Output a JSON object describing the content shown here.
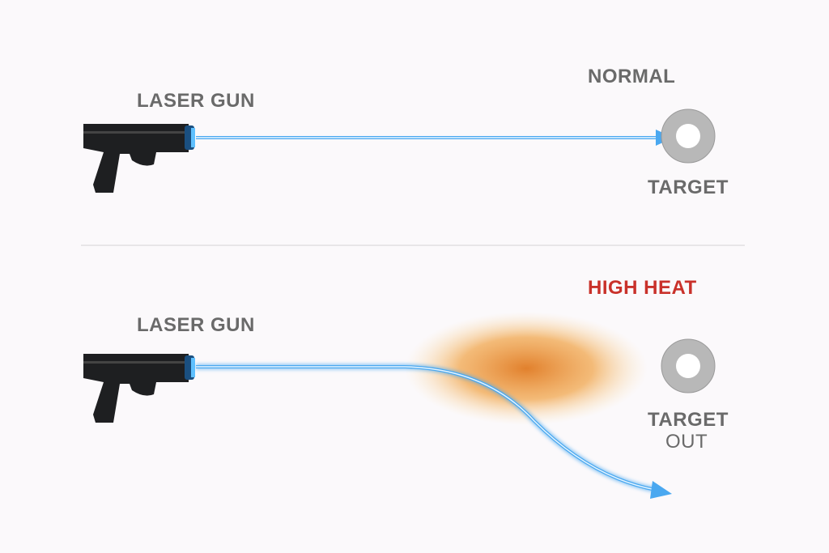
{
  "top": {
    "gun_label": "LASER GUN",
    "condition": "NORMAL",
    "target_label": "TARGET"
  },
  "bottom": {
    "gun_label": "LASER GUN",
    "condition": "HIGH HEAT",
    "target_label": "TARGET",
    "target_status": "OUT"
  },
  "colors": {
    "beam": "#4aa8f0",
    "heat": "#c9312a",
    "text": "#6a6a6a",
    "target": "#b8b8b8"
  }
}
